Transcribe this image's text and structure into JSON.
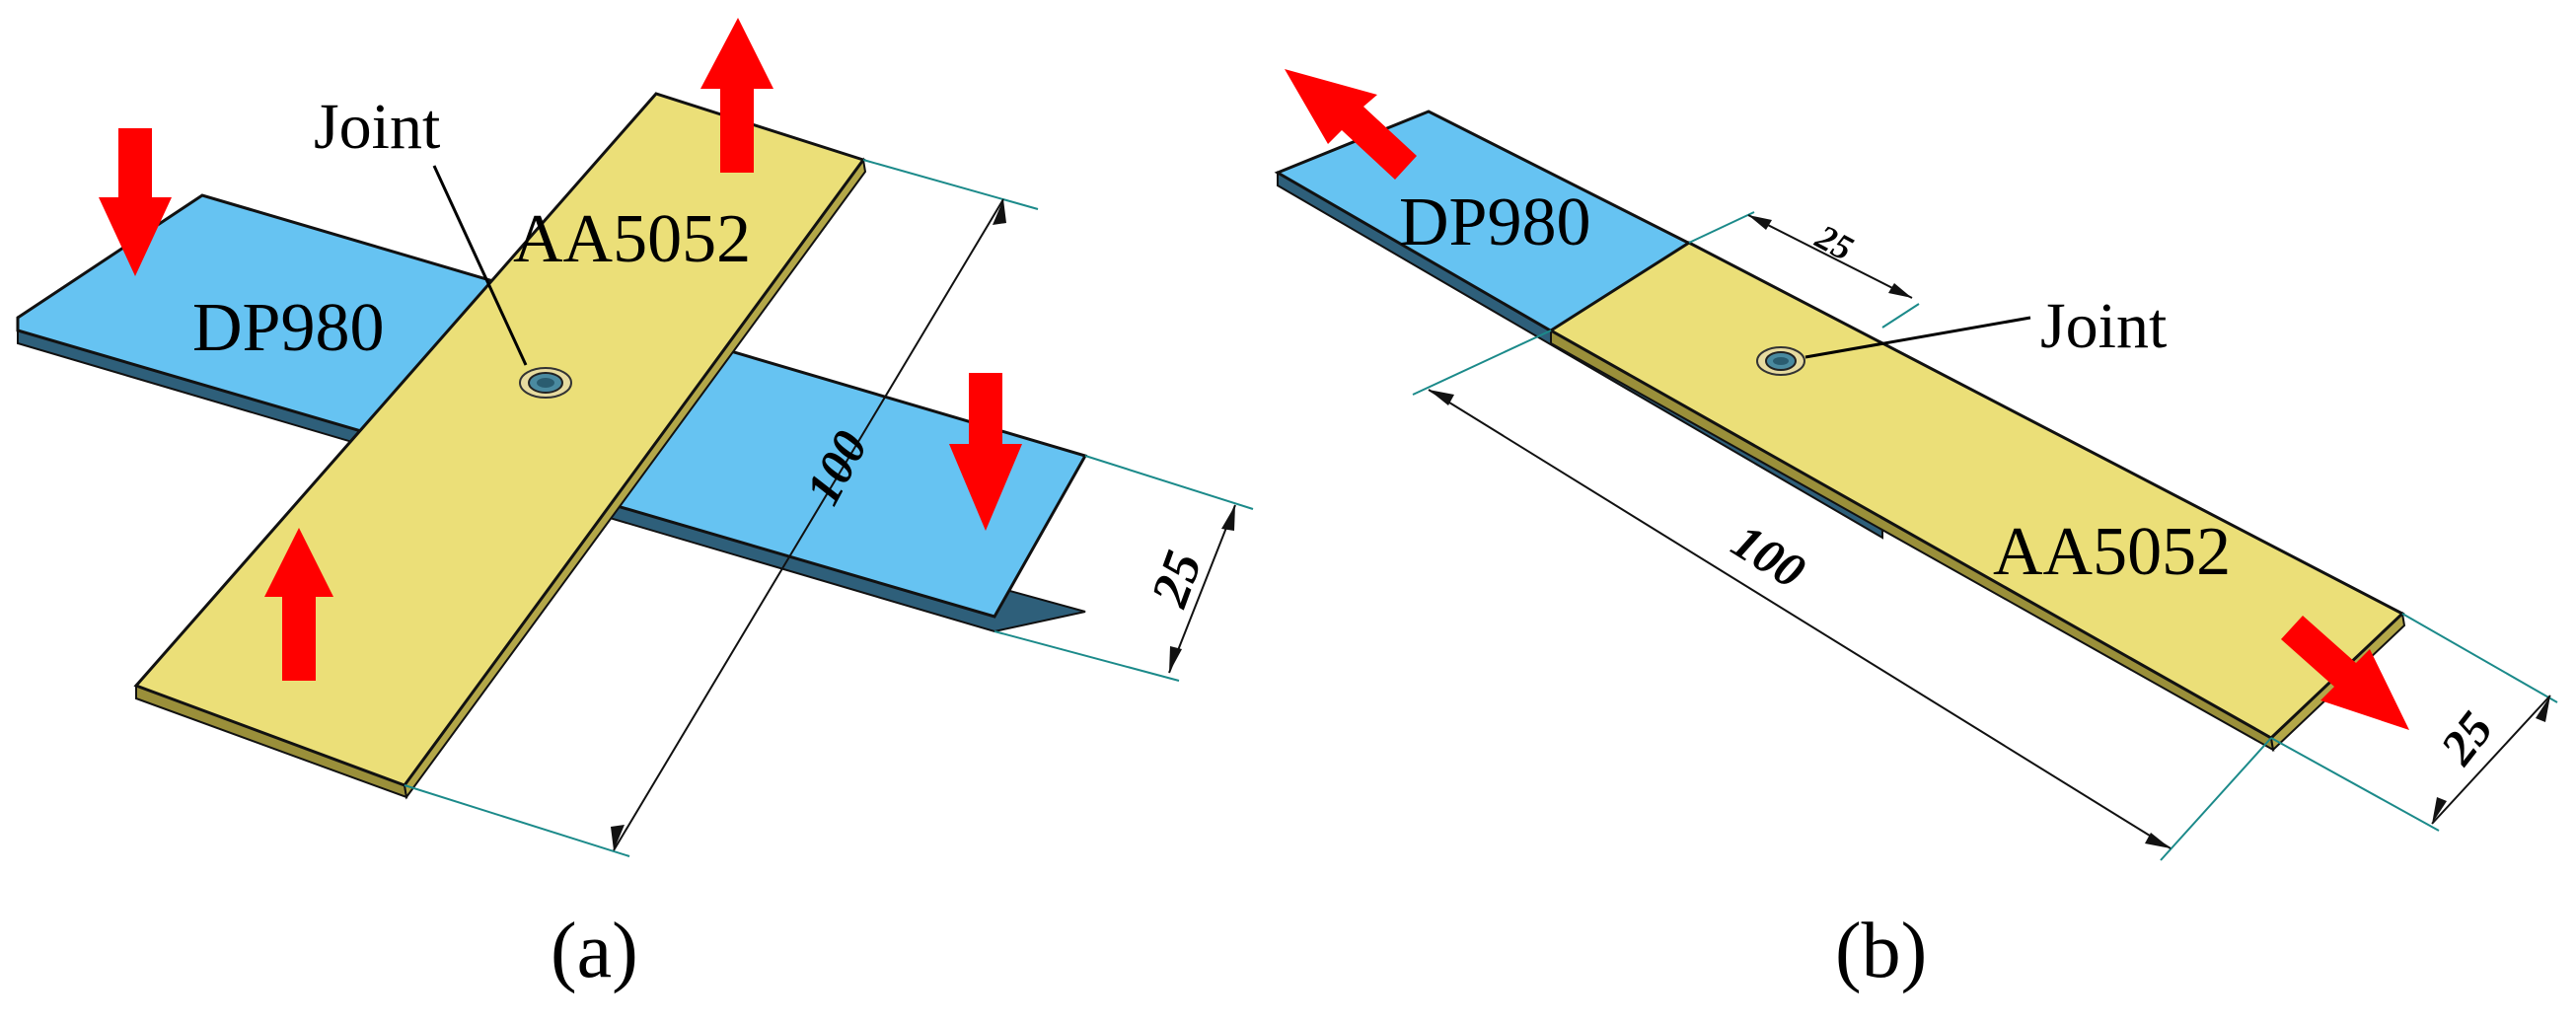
{
  "colors": {
    "dp980_fill": "#66c3f2",
    "aa5052_fill": "#ebdf78",
    "edge": "#111111",
    "dimension_line": "#1b8a8a",
    "load_arrow": "#ff0000",
    "text": "#000000"
  },
  "panel_a": {
    "caption": "(a)",
    "joint_label": "Joint",
    "upper_sheet_label": "AA5052",
    "lower_sheet_label": "DP980",
    "length_dimension": "100",
    "width_dimension": "25",
    "load_arrows": [
      "up",
      "up",
      "down",
      "down"
    ]
  },
  "panel_b": {
    "caption": "(b)",
    "joint_label": "Joint",
    "upper_sheet_label": "AA5052",
    "lower_sheet_label": "DP980",
    "length_dimension": "100",
    "width_dimension": "25",
    "overlap_dimension": "25",
    "load_arrows": [
      "left",
      "right"
    ]
  }
}
